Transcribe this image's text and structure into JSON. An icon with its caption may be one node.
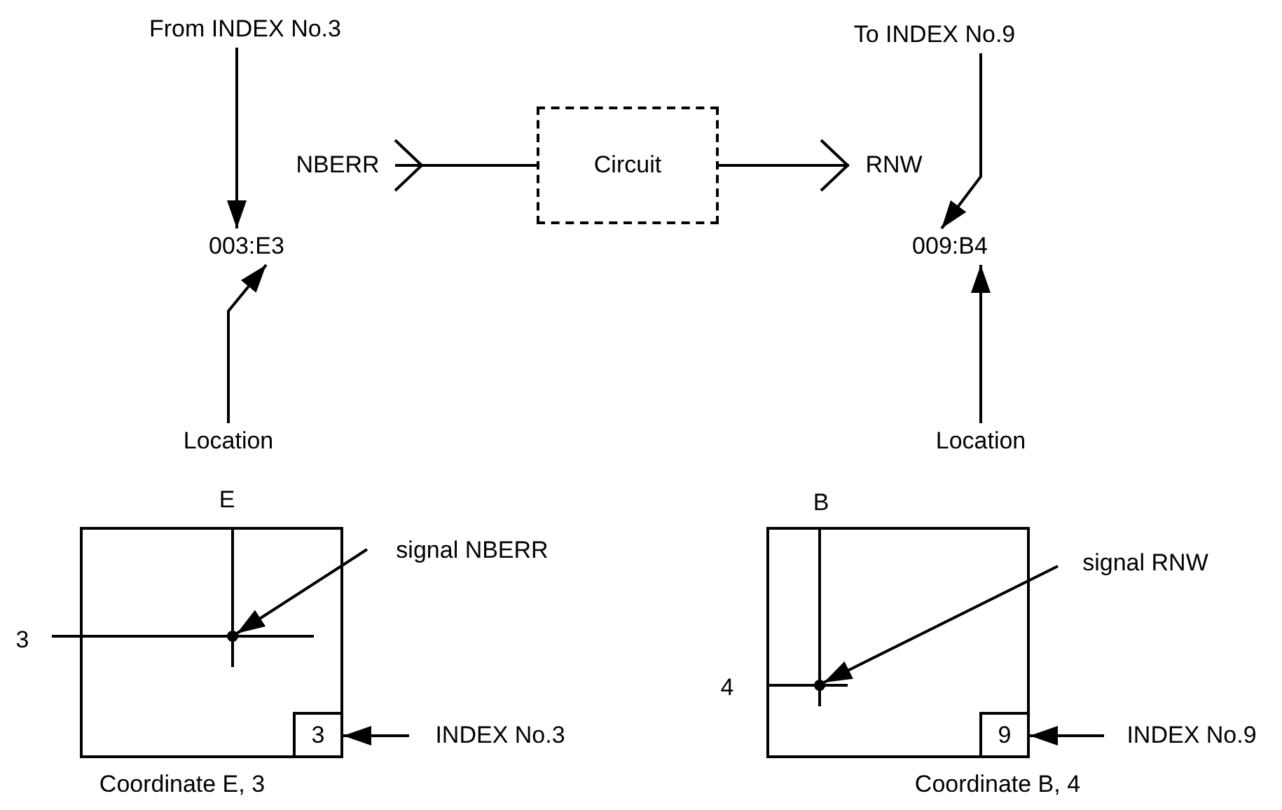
{
  "diagram": {
    "nodes": [
      {
        "text": [
          "From INDEX No.3"
        ]
      },
      {
        "text": [
          "003:E3"
        ]
      },
      {
        "text": [
          "Location"
        ]
      },
      {
        "text": [
          "NBERR"
        ]
      },
      {
        "text": [
          "Circuit"
        ]
      },
      {
        "text": [
          "RNW"
        ]
      },
      {
        "text": [
          "To INDEX No.9"
        ]
      },
      {
        "text": [
          "009:B4"
        ]
      },
      {
        "text": [
          "Location"
        ]
      },
      {
        "text": [],
        "shape": "box",
        "beside": [
          "Coordinate E, 3"
        ]
      },
      {
        "text": [
          "3"
        ],
        "in": 9
      },
      {
        "text": [
          "signal NBERR"
        ]
      },
      {
        "text": [],
        "shape": "circle",
        "in": 9
      },
      {
        "text": [
          "INDEX No.3"
        ]
      },
      {
        "text": [],
        "shape": "box",
        "beside": [
          "Coordinate B, 4"
        ]
      },
      {
        "text": [
          "9"
        ],
        "in": 14
      },
      {
        "text": [
          "signal RNW"
        ]
      },
      {
        "text": [],
        "shape": "circle",
        "in": 14
      },
      {
        "text": [
          "INDEX No.9"
        ]
      }
    ],
    "edges": [
      {
        "from": 0,
        "to": 1,
        "arrow": "to"
      },
      {
        "from": 2,
        "to": 1,
        "arrow": "to"
      },
      {
        "from": 3,
        "to": 4,
        "arrow": "other"
      },
      {
        "from": 4,
        "to": 5,
        "arrow": "to"
      },
      {
        "from": 6,
        "to": 7,
        "arrow": "to"
      },
      {
        "from": 8,
        "to": 7,
        "arrow": "to"
      },
      {
        "from": 11,
        "to": 12,
        "arrow": "to"
      },
      {
        "from": 13,
        "to": 10,
        "arrow": "to"
      },
      {
        "from": 16,
        "to": 17,
        "arrow": "to"
      },
      {
        "from": 18,
        "to": 15,
        "arrow": "to"
      }
    ],
    "labels": [
      "E",
      "3",
      "B",
      "4"
    ]
  }
}
